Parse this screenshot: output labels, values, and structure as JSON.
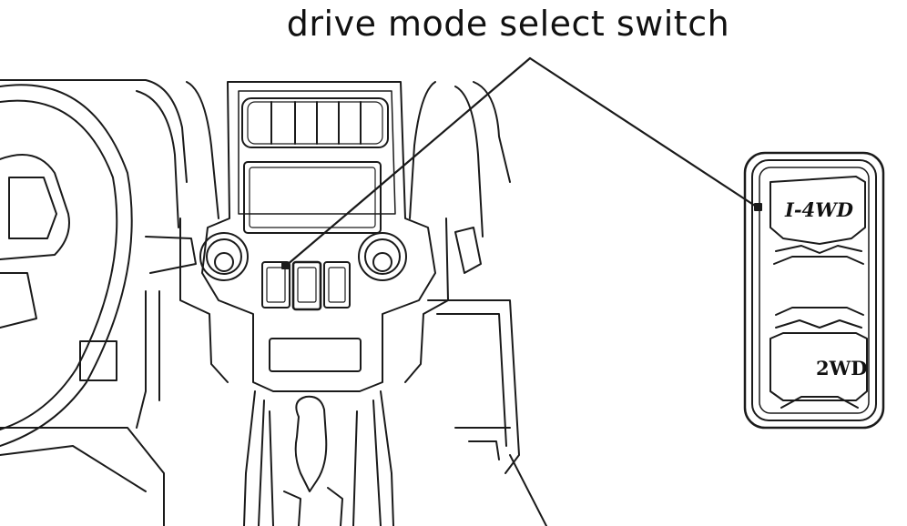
{
  "callout": {
    "label": "drive mode select switch"
  },
  "switch": {
    "upper_label": "I-4WD",
    "lower_label": "2WD"
  },
  "colors": {
    "line": "#1a1a1a",
    "background": "#ffffff"
  }
}
